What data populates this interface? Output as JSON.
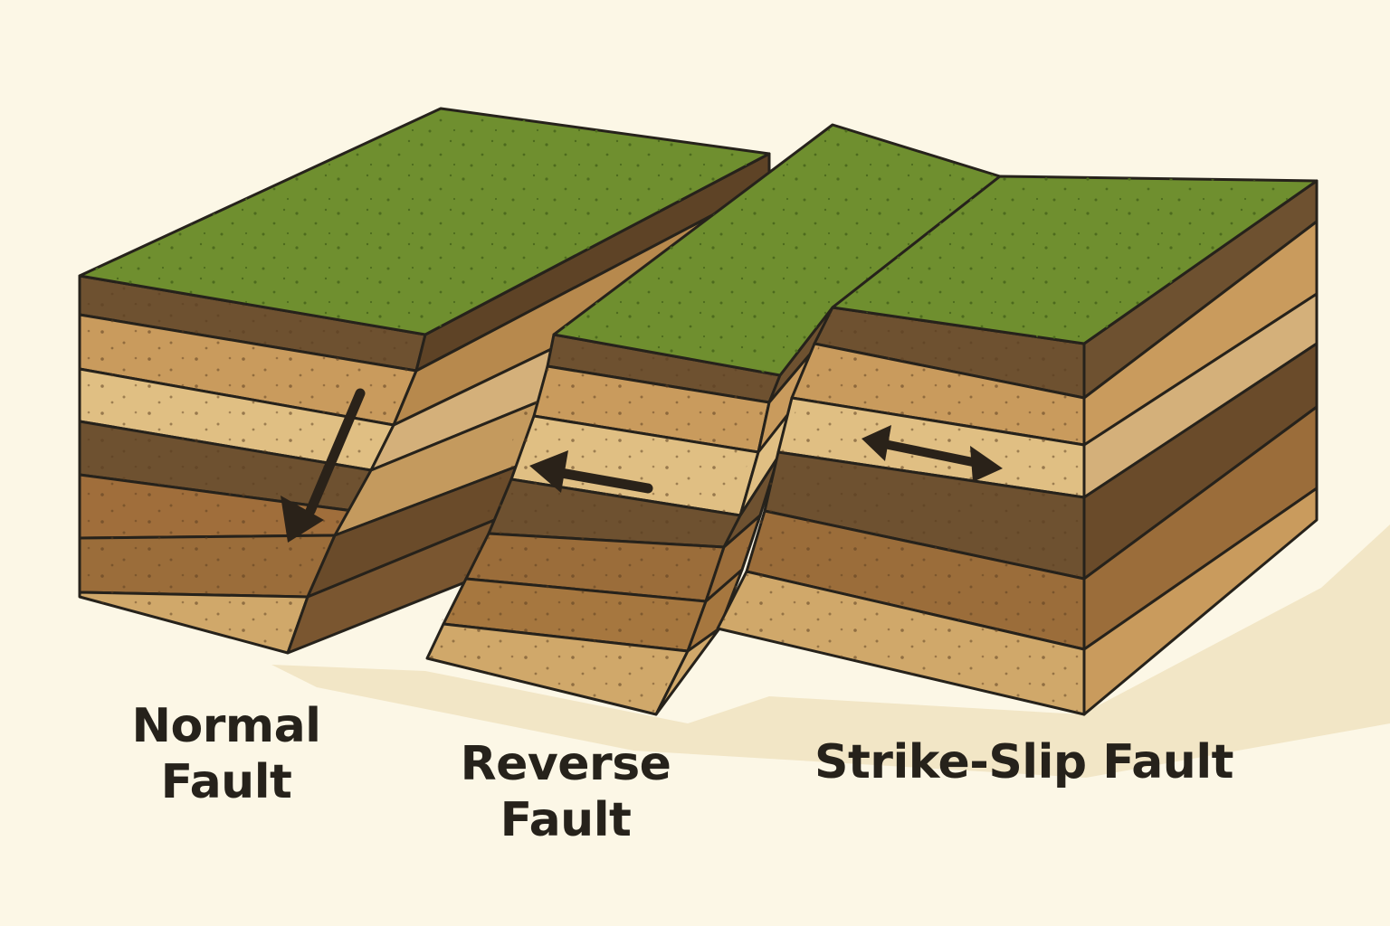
{
  "diagram": {
    "labels": {
      "normal": [
        "Normal",
        "Fault"
      ],
      "reverse": [
        "Reverse",
        "Fault"
      ],
      "strike_slip": [
        "Strike-Slip Fault"
      ]
    },
    "arrows": {
      "normal": "down-left",
      "reverse": "left",
      "strike_slip": "double-horizontal"
    },
    "colors": {
      "background": "#fcf7e6",
      "grass": "#6f8f2f",
      "outline": "#26221b",
      "dark_brown": "#6e5130",
      "mid_brown": "#9b6d3a",
      "light_tan": "#d8b57c",
      "tan": "#c99b5d"
    }
  }
}
